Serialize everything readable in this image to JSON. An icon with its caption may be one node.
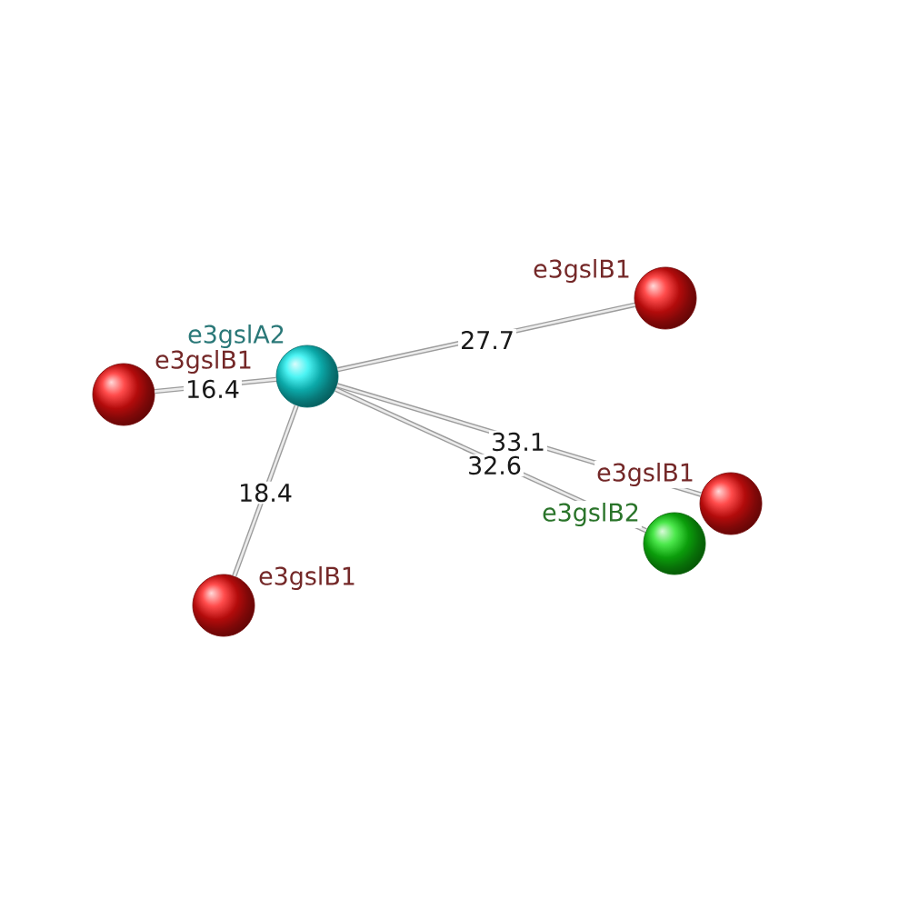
{
  "diagram": {
    "nodes": [
      {
        "text": [],
        "shape": "circle",
        "beside": [
          "e3gslB1"
        ]
      },
      {
        "text": [],
        "shape": "circle",
        "beside": [
          "e3gslA2"
        ]
      },
      {
        "text": [],
        "shape": "circle",
        "beside": [
          "e3gslB1"
        ]
      },
      {
        "text": [],
        "shape": "circle",
        "beside": [
          "e3gslB1"
        ]
      },
      {
        "text": [],
        "shape": "circle",
        "beside": [
          "e3gslB2"
        ]
      },
      {
        "text": [],
        "shape": "circle",
        "beside": [
          "e3gslB1"
        ]
      }
    ],
    "edges": [
      {
        "from": 1,
        "to": 0,
        "arrow": "none",
        "label": "27.7"
      },
      {
        "from": 1,
        "to": 2,
        "arrow": "none",
        "label": "16.4"
      },
      {
        "from": 1,
        "to": 3,
        "arrow": "none",
        "label": "33.1"
      },
      {
        "from": 1,
        "to": 4,
        "arrow": "none",
        "label": "32.6"
      },
      {
        "from": 1,
        "to": 5,
        "arrow": "none",
        "label": "18.4"
      }
    ]
  }
}
